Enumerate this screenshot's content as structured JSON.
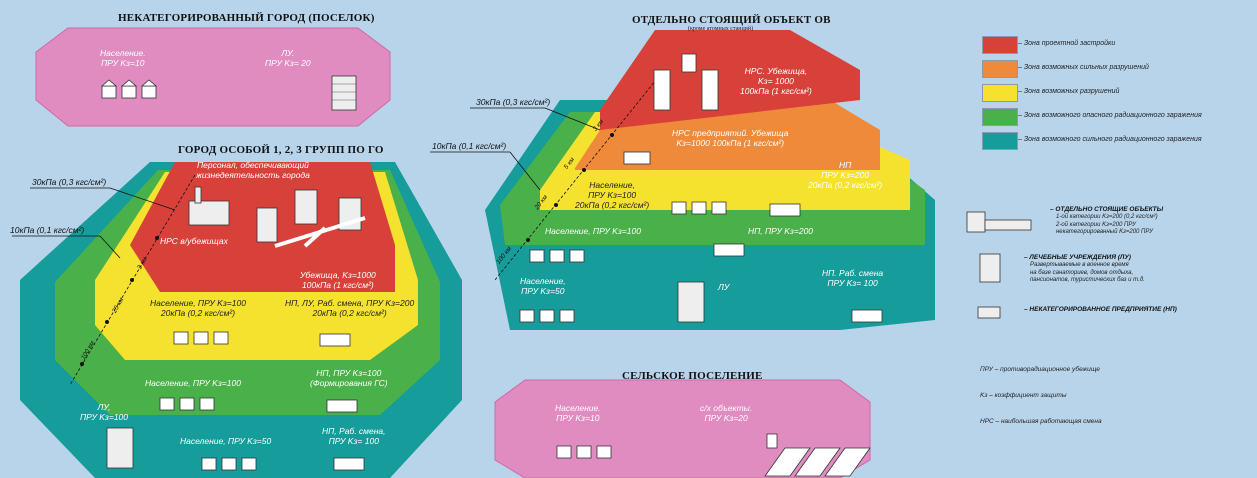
{
  "titles": {
    "uncat_city": "НЕКАТЕГОРИРОВАННЫЙ ГОРОД (ПОСЕЛОК)",
    "special_city": "ГОРОД ОСОБОЙ 1, 2, 3 ГРУПП ПО ГО",
    "separate_object": "ОТДЕЛЬНО СТОЯЩИЙ ОБЪЕКТ ОВ",
    "separate_object_sub": "(кроме атомных станций)",
    "rural": "СЕЛЬСКОЕ ПОСЕЛЕНИЕ"
  },
  "uncat_city": {
    "population": "Население.\nПРУ Kз=10",
    "lu": "ЛУ.\nПРУ Kз= 20"
  },
  "special_city": {
    "personnel": "Персонал, обеспечивающий\nжизнедеятельность города",
    "nrs_shelter": "НРС в/убежищах",
    "shelter": "Убежища, Kз=1000\n100кПа (1 кгс/см²)",
    "pop_yellow": "Население, ПРУ Kз=100\n20кПа (0,2 кгс/см²)",
    "np_yellow": "НП, ЛУ, Раб. смена, ПРУ Kз=200\n20кПа (0,2 кгс/см²)",
    "pop_green": "Население, ПРУ Kз=100",
    "np_green": "НП, ПРУ Kз=100\n(Формирования ГС)",
    "lu_teal": "ЛУ,\nПРУ Kз=100",
    "pop_teal": "Население, ПРУ Kз=50",
    "np_teal": "НП, Раб. смена,\nПРУ Kз= 100",
    "press_30": "30кПа (0,3 кгс/см²)",
    "press_10": "10кПа (0,1 кгс/см²)",
    "km_a": "3 км",
    "km_b": "25 км",
    "km_c": "100 км"
  },
  "separate_object": {
    "nrs_red": "НРС. Убежища,\nKз= 1000\n100кПа (1 кгс/см²)",
    "nrs_orange": "НРС предприятий. Убежища\nKз=1000 100кПа (1 кгс/см²)",
    "np_yellow": "НП\nПРУ Kз=200\n20кПа (0,2 кгс/см²)",
    "pop_yellow": "Население,\nПРУ Kз=100\n20кПа (0,2 кгс/см²)",
    "pop_green": "Население, ПРУ Kз=100",
    "np_green": "НП, ПРУ Kз=200",
    "pop_teal": "Население,\nПРУ Kз=50",
    "lu_teal": "ЛУ",
    "np_teal": "НП. Раб. смена\nПРУ Kз= 100",
    "press_30": "30кПа (0,3 кгс/см²)",
    "press_10": "10кПа (0,1 кгс/см²)",
    "km_a": "3 км",
    "km_b": "5 км",
    "km_c": "20 км",
    "km_d": "100 км"
  },
  "rural": {
    "population": "Население.\nПРУ Kз=10",
    "agri": "с/х объекты.\nПРУ Kз=20"
  },
  "legend": [
    {
      "color": "#d8413a",
      "text": "– Зона проектной застройки"
    },
    {
      "color": "#ee8a3a",
      "text": "– Зона возможных сильных разрушений"
    },
    {
      "color": "#f4e22f",
      "text": "– Зона возможных разрушений"
    },
    {
      "color": "#4ab04a",
      "text": "– Зона возможного опасного радиационного заражения"
    },
    {
      "color": "#169c9a",
      "text": "– Зона возможного сильного радиационного заражения"
    }
  ],
  "object_legend": {
    "separate_title": "– ОТДЕЛЬНО СТОЯЩИЕ ОБЪЕКТЫ",
    "separate_desc": "1-ой категории Kз=200 (0,2 кгс/см²)\n2-ой категории Kз=200 ПРУ\nнекатегорированный Kз=200 ПРУ",
    "lu_title": "– ЛЕЧЕБНЫЕ УЧРЕЖДЕНИЯ (ЛУ)",
    "lu_desc": "Развертываемые в военное время\nна базе санаториев, домов отдыха,\nпансионатов, туристических баз и т.д.",
    "np_title": "– НЕКАТЕГОРИРОВАННОЕ ПРЕДПРИЯТИЕ (НП)"
  },
  "glossary": [
    "ПРУ – противорадиационное убежище",
    "Kз – коэффициент защиты",
    "НРС – наибольшая работающая смена"
  ]
}
